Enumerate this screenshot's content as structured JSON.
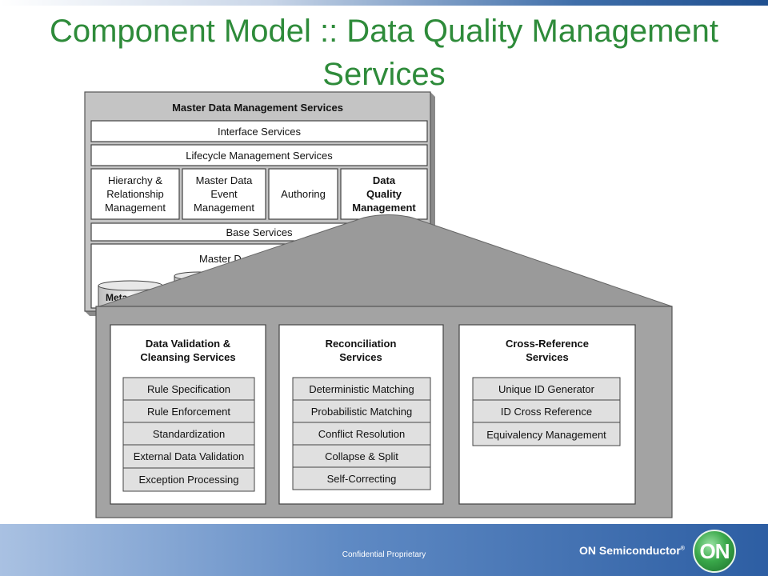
{
  "title": "Component Model :: Data Quality Management Services",
  "mdm": {
    "header": "Master Data Management Services",
    "interface": "Interface Services",
    "lifecycle": "Lifecycle Management Services",
    "hierarchy": [
      "Hierarchy &",
      "Relationship",
      "Management"
    ],
    "event": [
      "Master Data",
      "Event",
      "Management"
    ],
    "authoring": "Authoring",
    "dq": [
      "Data",
      "Quality",
      "Management"
    ],
    "base": "Base Services",
    "repo_partial": "Master D",
    "meta_partial": "Meta"
  },
  "validation": {
    "title": [
      "Data Validation &",
      "Cleansing Services"
    ],
    "items": [
      "Rule Specification",
      "Rule Enforcement",
      "Standardization",
      "External Data Validation",
      "Exception Processing"
    ]
  },
  "reconciliation": {
    "title": [
      "Reconciliation",
      "Services"
    ],
    "items": [
      "Deterministic Matching",
      "Probabilistic Matching",
      "Conflict Resolution",
      "Collapse & Split",
      "Self-Correcting"
    ]
  },
  "crossref": {
    "title": [
      "Cross-Reference",
      "Services"
    ],
    "items": [
      "Unique ID Generator",
      "ID Cross Reference",
      "Equivalency Management"
    ]
  },
  "footer": {
    "confidential": "Confidential Proprietary",
    "brand": "ON Semiconductor",
    "logo": "ON"
  }
}
